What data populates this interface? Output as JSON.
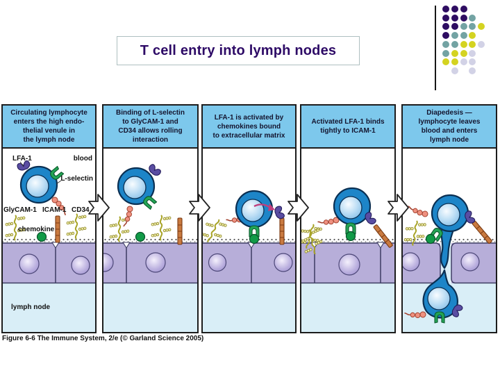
{
  "slide": {
    "title": "T cell entry into lymph nodes",
    "caption": "Figure 6-6  The Immune System, 2/e (© Garland Science 2005)"
  },
  "decoration": {
    "dot_rows": [
      "PPP..",
      "PPPT.",
      "PPTTY",
      "PTTY.",
      "TTYYL",
      "TYYL.",
      "YYLL.",
      ".L.L."
    ],
    "dot_colors": {
      "P": "#2e0d62",
      "T": "#73a3a3",
      "Y": "#d4d321",
      "L": "#d2d2e6"
    }
  },
  "figure": {
    "panels": [
      {
        "header": [
          "Circulating lymphocyte",
          "enters the high endo-",
          "thelial venule in",
          "the lymph node"
        ],
        "labels": {
          "lfa1": "LFA-1",
          "blood": "blood",
          "l_selectin": "L-selectin",
          "glycam1": "GlyCAM-1",
          "icam1": "ICAM-1",
          "cd34": "CD34",
          "chemokine": "chemokine",
          "lymph_node": "lymph node"
        }
      },
      {
        "header": [
          "Binding of L-selectin",
          "to GlyCAM-1 and",
          "CD34 allows rolling",
          "interaction"
        ]
      },
      {
        "header": [
          "LFA-1 is activated by",
          "chemokines bound",
          "to extracellular matrix"
        ]
      },
      {
        "header": [
          "Activated LFA-1 binds",
          "tightly to ICAM-1"
        ]
      },
      {
        "header": [
          "Diapedesis —",
          "lymphocyte leaves",
          "blood and enters",
          "lymph node"
        ]
      }
    ]
  },
  "theme": {
    "title-color": "#2d0a66",
    "title-border": "#aebfc0",
    "header-bg": "#7dc8ec",
    "panel-border": "#1c1c1c",
    "lymph-bg": "#d9eef7",
    "endo-fill": "#b7aed9",
    "endo-stroke": "#3c3c63",
    "cell-blue": "#1d85c8",
    "cell-stroke": "#0a2f52",
    "lfa1-purple": "#5a4da2",
    "selectin-green": "#23a455",
    "icam-orange": "#c97a40",
    "glycam-yellow": "#a8a428",
    "bead-salmon": "#ef9180",
    "chemokine-green": "#119a47",
    "activation-arrow": "#c0407e"
  }
}
